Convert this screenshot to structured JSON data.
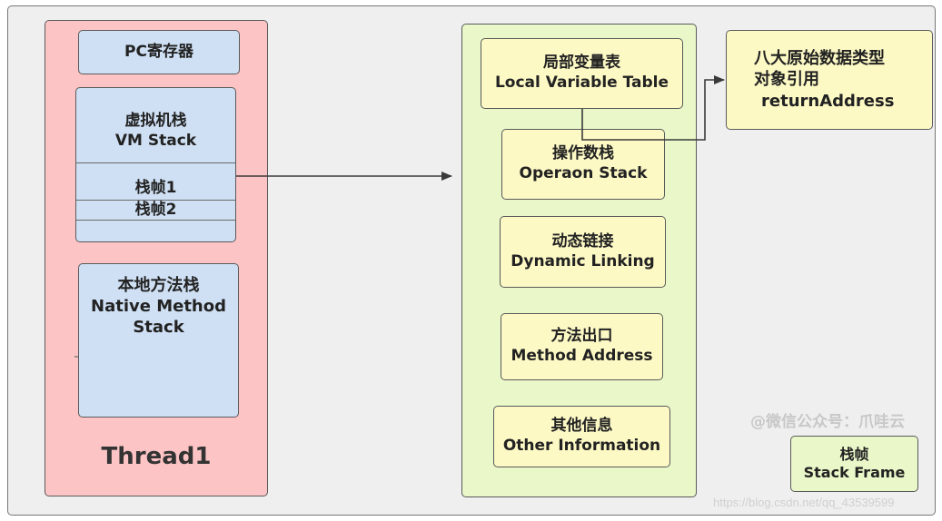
{
  "pc_register": "PC寄存器",
  "vm_stack": {
    "zh": "虚拟机栈",
    "en": "VM Stack",
    "frame1": "栈帧1",
    "frame2": "栈帧2"
  },
  "native_stack": {
    "zh": "本地方法栈",
    "en1": "Native Method",
    "en2": "Stack"
  },
  "thread_label": "Thread1",
  "frame_parts": [
    {
      "zh": "局部变量表",
      "en": "Local Variable Table"
    },
    {
      "zh": "操作数栈",
      "en": "Operaon Stack"
    },
    {
      "zh": "动态链接",
      "en": "Dynamic Linking"
    },
    {
      "zh": "方法出口",
      "en": "Method Address"
    },
    {
      "zh": "其他信息",
      "en": "Other Information"
    }
  ],
  "types_box": {
    "line1": "八大原始数据类型",
    "line2": "对象引用",
    "line3": "returnAddress"
  },
  "legend": {
    "zh": "栈帧",
    "en": "Stack Frame"
  },
  "watermark": {
    "wechat": "@微信公众号：爪哇云",
    "url": "https://blog.csdn.net/qq_43539599"
  },
  "colors": {
    "thread": "#fcc4c4",
    "blue": "#cfe0f4",
    "frame": "#e9f7c9",
    "yellow": "#fdf9c5",
    "stroke": "#3a3a3a"
  }
}
